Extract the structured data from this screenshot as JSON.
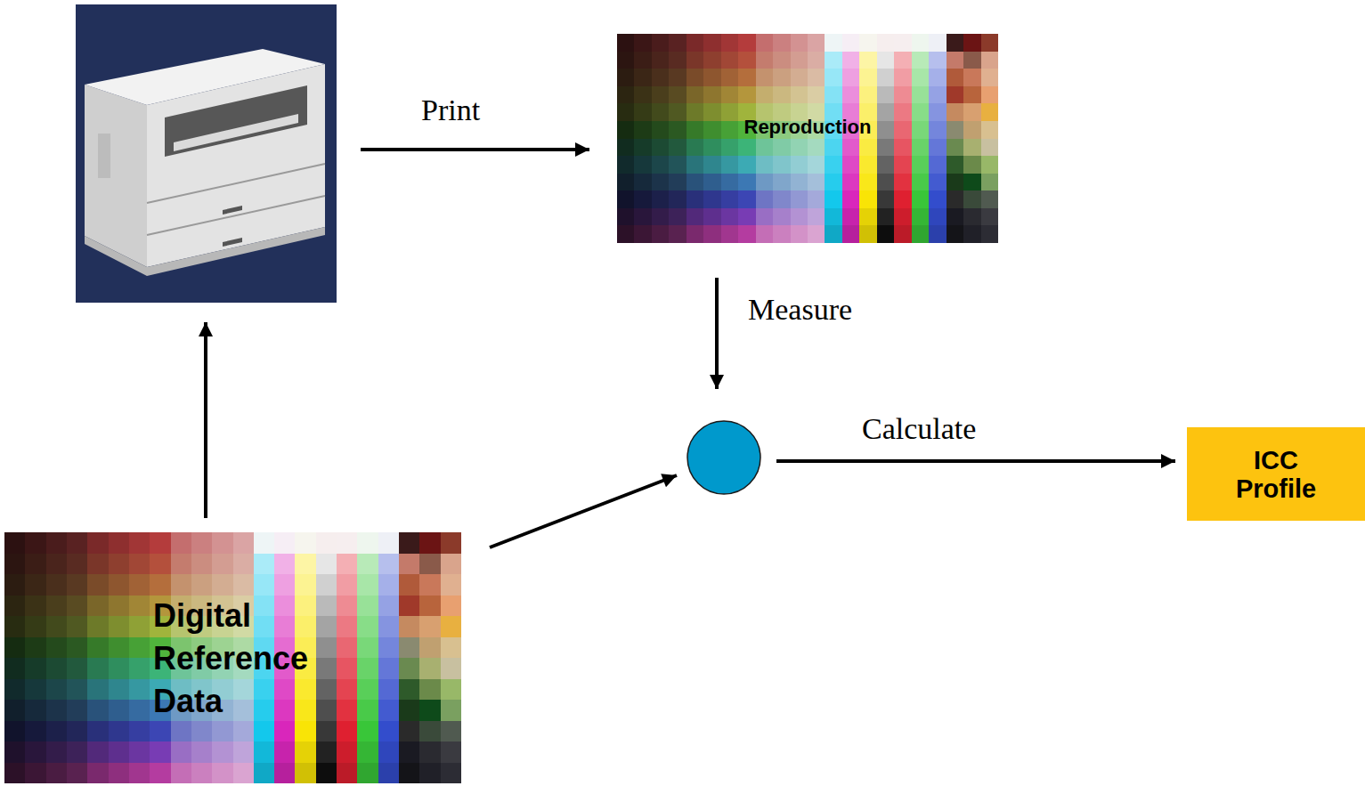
{
  "diagram": {
    "nodes": [
      {
        "text": [
          "Reproduction"
        ]
      },
      {
        "text": [
          "ICC Profile"
        ]
      },
      {
        "text": [
          "Digital Reference Data"
        ]
      }
    ],
    "labels": [
      "Print",
      "Measure",
      "Calculate"
    ]
  }
}
